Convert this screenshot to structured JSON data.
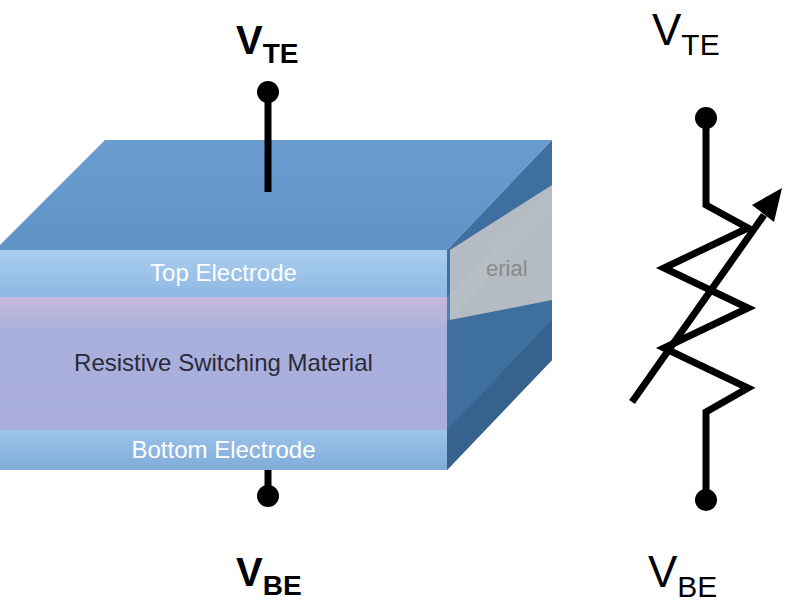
{
  "diagram": {
    "nodes": [
      {
        "text": [
          "Top Electrode"
        ]
      },
      {
        "text": [
          "Resistive Switching Material"
        ]
      },
      {
        "text": [
          "Bottom Electrode"
        ]
      }
    ],
    "labels": [
      "V",
      "TE",
      "V",
      "TE",
      "erial",
      "V",
      "BE",
      "V",
      "BE"
    ]
  }
}
